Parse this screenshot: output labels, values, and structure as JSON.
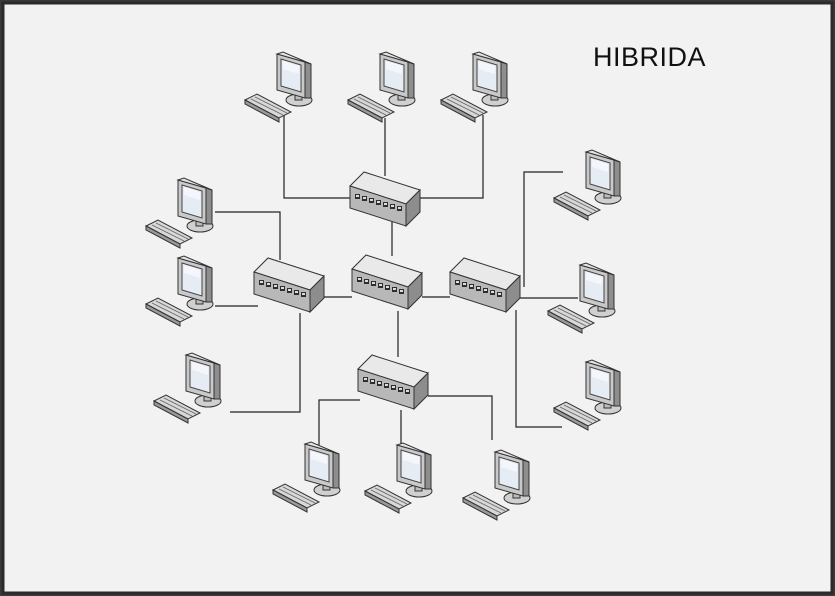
{
  "diagram": {
    "title": "HIBRIDA",
    "colors": {
      "background": "#f2f2f2",
      "frame": "#2b2b2b",
      "line": "#222222",
      "device_body": "#cfcfcf",
      "screen": "#e6ecf3"
    },
    "hubs": [
      "hub-top",
      "hub-center",
      "hub-left",
      "hub-right",
      "hub-bottom"
    ],
    "computers": [
      "pc-top-1",
      "pc-top-2",
      "pc-top-3",
      "pc-left-1",
      "pc-left-2",
      "pc-left-3",
      "pc-right-1",
      "pc-right-2",
      "pc-right-3",
      "pc-bottom-1",
      "pc-bottom-2",
      "pc-bottom-3"
    ]
  }
}
